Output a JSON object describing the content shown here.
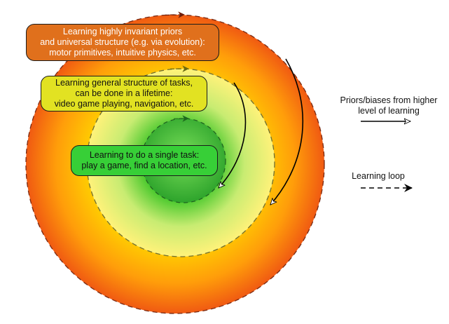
{
  "rings": {
    "outer_label": [
      "Learning highly invariant priors",
      "and universal structure (e.g. via evolution):",
      "motor primitives, intuitive physics, etc."
    ],
    "middle_label": [
      "Learning general structure of tasks,",
      "can be done in a lifetime:",
      "video game playing, navigation, etc."
    ],
    "inner_label": [
      "Learning to do a single task:",
      "play a game, find a location, etc."
    ]
  },
  "legend": {
    "priors_label": [
      "Priors/biases from higher",
      "level of learning"
    ],
    "loop_label": "Learning loop"
  },
  "colors": {
    "outer_ring_edge": "#f05a12",
    "outer_ring_center": "#ffd200",
    "middle_ring_edge": "#ffef6a",
    "middle_ring_center": "#44c42a",
    "inner_circle_edge": "#2aa12a",
    "inner_circle_center": "#79e05a",
    "outer_box": "#e0701c",
    "middle_box": "#e2e222",
    "inner_box": "#37cf37"
  }
}
